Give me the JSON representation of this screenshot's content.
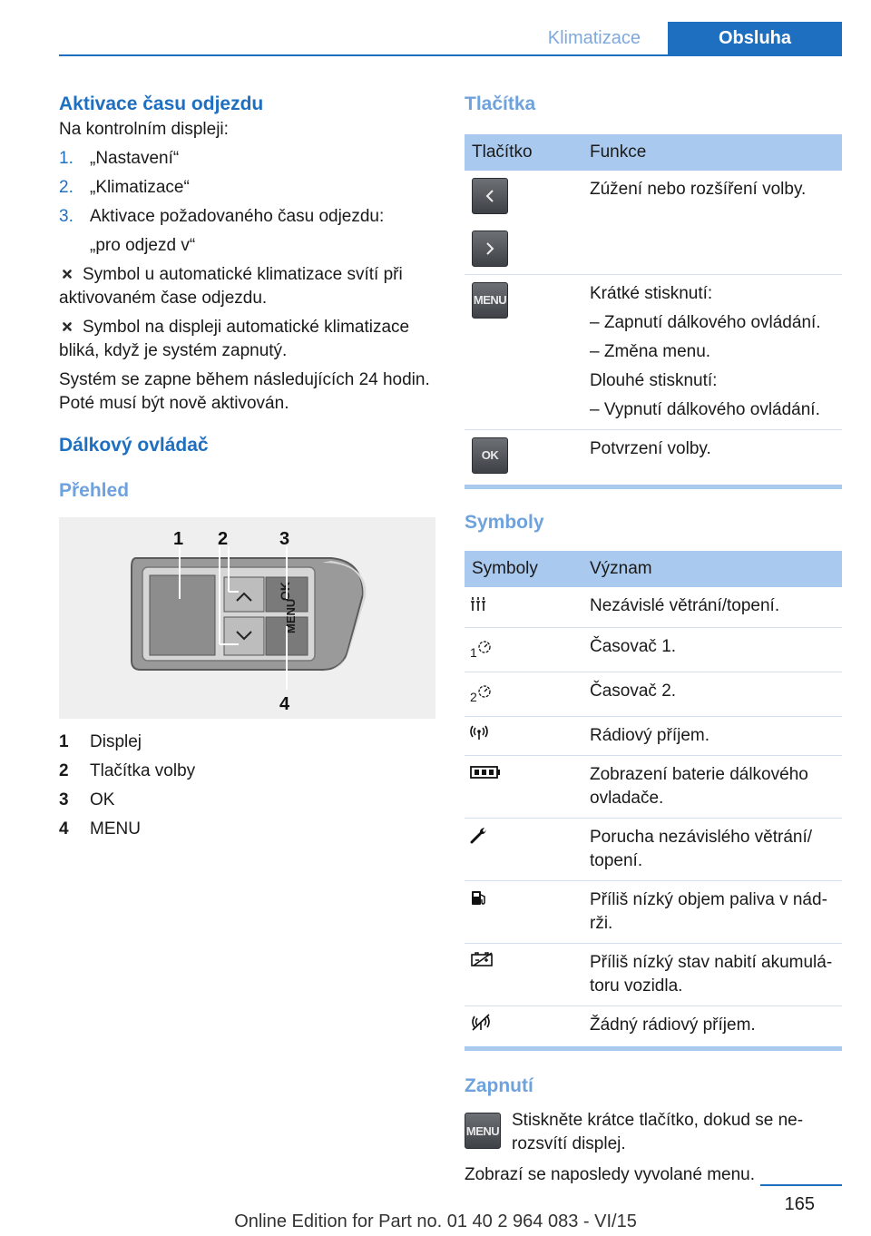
{
  "header": {
    "section": "Klimatizace",
    "tab": "Obsluha"
  },
  "left": {
    "title": "Aktivace času odjezdu",
    "intro": "Na kontrolním displeji:",
    "steps": [
      {
        "num": "1.",
        "text": "„Nastavení“"
      },
      {
        "num": "2.",
        "text": "„Klimatizace“"
      },
      {
        "num": "3.",
        "text": "Aktivace požadovaného času odjezdu:",
        "sub": "„pro odjezd v“"
      }
    ],
    "sym1": "Symbol u automatické klimatizace svítí při aktivovaném čase odjezdu.",
    "sym2": "Symbol na displeji automatické klimatizace bliká, když je systém zapnutý.",
    "para": "Systém se zapne během následujících 24 ho­din. Poté musí být nově aktivován.",
    "remote_title": "Dálkový ovládač",
    "overview_title": "Přehled",
    "figure_labels": [
      "1",
      "2",
      "3",
      "4"
    ],
    "figure_text": {
      "ok": "OK",
      "menu": "MENU"
    },
    "legend": [
      {
        "k": "1",
        "v": "Displej"
      },
      {
        "k": "2",
        "v": "Tlačítka volby"
      },
      {
        "k": "3",
        "v": "OK"
      },
      {
        "k": "4",
        "v": "MENU"
      }
    ]
  },
  "right": {
    "buttons_title": "Tlačítka",
    "buttons_head": [
      "Tlačítko",
      "Funkce"
    ],
    "btn_rows": {
      "arrows": "Zúžení nebo rozšíření volby.",
      "menu": [
        "Krátké stisknutí:",
        "– Zapnutí dálkového ovládání.",
        "– Změna menu.",
        "Dlouhé stisknutí:",
        "– Vypnutí dálkového ovládání."
      ],
      "ok": "Potvrzení volby.",
      "menu_label": "MENU",
      "ok_label": "OK"
    },
    "symbols_title": "Symboly",
    "symbols_head": [
      "Symboly",
      "Význam"
    ],
    "symbols": [
      {
        "icon": "heating-ventilation-icon",
        "text": "Nezávislé větrání/topení."
      },
      {
        "icon": "timer-1-icon",
        "prefix": "1",
        "text": "Časovač 1."
      },
      {
        "icon": "timer-2-icon",
        "prefix": "2",
        "text": "Časovač 2."
      },
      {
        "icon": "radio-reception-icon",
        "text": "Rádiový příjem."
      },
      {
        "icon": "battery-icon",
        "text": "Zobrazení baterie dálkového ovladače."
      },
      {
        "icon": "wrench-icon",
        "text": "Porucha nezávislého větrání/ topení."
      },
      {
        "icon": "fuel-pump-icon",
        "text": "Příliš nízký objem paliva v nád­rži."
      },
      {
        "icon": "low-battery-icon",
        "text": "Příliš nízký stav nabití akumulá­toru vozidla."
      },
      {
        "icon": "no-radio-icon",
        "text": "Žádný rádiový příjem."
      }
    ],
    "zap_title": "Zapnutí",
    "zap_text": "Stiskněte krátce tlačítko, dokud se ne­rozsvítí displej.",
    "zap_label": "MENU",
    "zap_after": "Zobrazí se naposledy vyvolané menu."
  },
  "footer": {
    "page": "165",
    "text": "Online Edition for Part no. 01 40 2 964 083 - VI/15"
  }
}
